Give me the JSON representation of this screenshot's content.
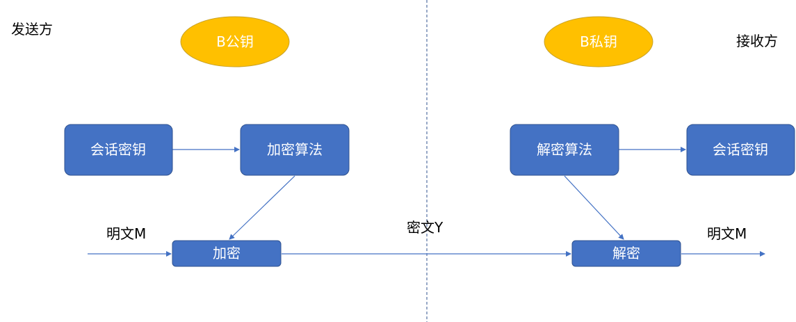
{
  "sender": {
    "label": "发送方"
  },
  "receiver": {
    "label": "接收方"
  },
  "keys": {
    "public_key": "B公钥",
    "private_key": "B私钥"
  },
  "sender_nodes": {
    "session_key": "会话密钥",
    "encrypt_algorithm": "加密算法",
    "encrypt": "加密"
  },
  "receiver_nodes": {
    "decrypt_algorithm": "解密算法",
    "session_key": "会话密钥",
    "decrypt": "解密"
  },
  "labels": {
    "plaintext_in": "明文M",
    "ciphertext": "密文Y",
    "plaintext_out": "明文M"
  },
  "colors": {
    "box_fill": "#4472c4",
    "key_fill": "#ffc000",
    "edge": "#4472c4"
  }
}
